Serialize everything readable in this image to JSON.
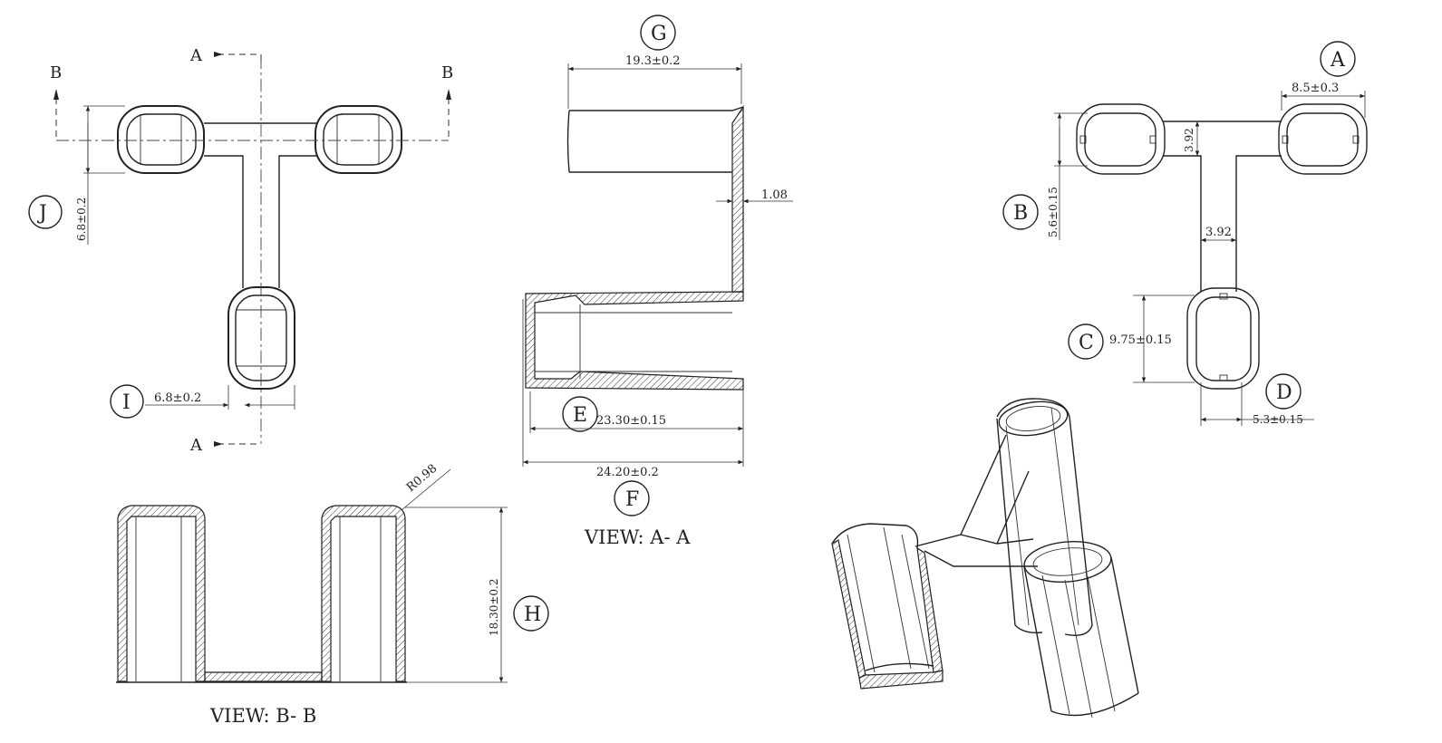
{
  "callouts": {
    "A": "A",
    "B": "B",
    "C": "C",
    "D": "D",
    "E": "E",
    "F": "F",
    "G": "G",
    "H": "H",
    "I": "I",
    "J": "J"
  },
  "dimensions": {
    "a_width": "8.5±0.3",
    "b_height": "5.6±0.15",
    "c_height": "9.75±0.15",
    "d_width": "5.3±0.15",
    "web_top": "3.92",
    "web_stem": "3.92",
    "g_length": "19.3±0.2",
    "wall": "1.08",
    "e_length": "23.30±0.15",
    "f_length": "24.20±0.2",
    "h_height": "18.30±0.2",
    "radius": "R0.98",
    "i_width": "6.8±0.2",
    "j_height": "6.8±0.2"
  },
  "section_marks": {
    "a": "A",
    "b": "B"
  },
  "views": {
    "aa": "VIEW: A- A",
    "bb": "VIEW: B- B"
  }
}
